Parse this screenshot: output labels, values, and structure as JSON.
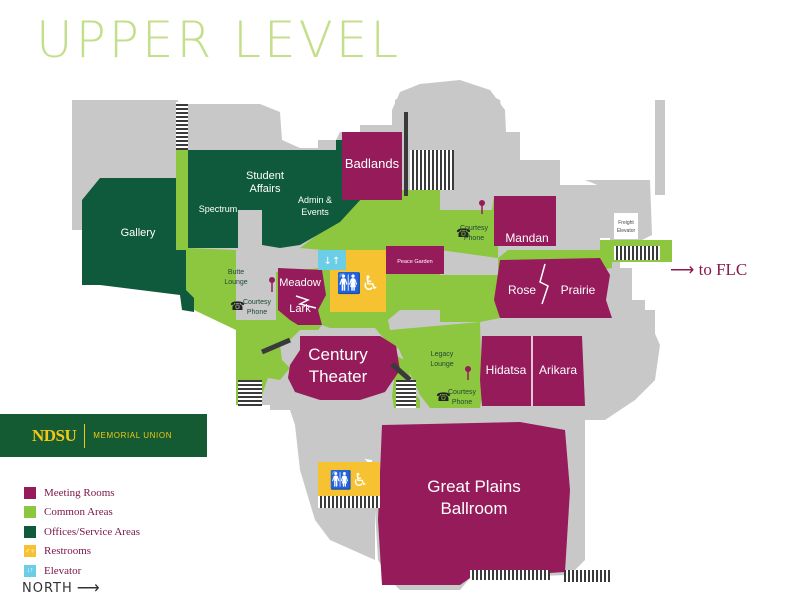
{
  "title": "UPPER LEVEL",
  "colors": {
    "meeting": "#951b5a",
    "common": "#8dc63f",
    "office": "#0f5a3c",
    "restroom": "#f7c232",
    "elevator": "#6bcde6",
    "structure": "#c8c8c8",
    "stairs": "#3a3a3a"
  },
  "rooms": {
    "badlands": "Badlands",
    "mandan": "Mandan",
    "rose": "Rose",
    "prairie": "Prairie",
    "meadow": "Meadow",
    "lark": "Lark",
    "century_1": "Century",
    "century_2": "Theater",
    "hidatsa": "Hidatsa",
    "arikara": "Arikara",
    "great_plains_1": "Great Plains",
    "great_plains_2": "Ballroom",
    "peace_garden": "Peace Garden"
  },
  "offices": {
    "gallery": "Gallery",
    "student_affairs_1": "Student",
    "student_affairs_2": "Affairs",
    "spectrum": "Spectrum",
    "admin_events_1": "Admin &",
    "admin_events_2": "Events"
  },
  "common_areas": {
    "butte_lounge_1": "Butte",
    "butte_lounge_2": "Lounge",
    "legacy_lounge_1": "Legacy",
    "legacy_lounge_2": "Lounge",
    "courtesy": "Courtesy",
    "phone": "Phone",
    "freight_1": "Freight",
    "freight_2": "Elevator"
  },
  "icons": {
    "phone": "phone-icon",
    "restroom": "restroom-icon",
    "elevator": "elevator-icon"
  },
  "to_flc": "to FLC",
  "ndsu": {
    "logo": "NDSU",
    "subtitle": "MEMORIAL UNION"
  },
  "legend": [
    {
      "label": "Meeting Rooms",
      "color": "#951b5a"
    },
    {
      "label": "Common Areas",
      "color": "#8dc63f"
    },
    {
      "label": "Offices/Service Areas",
      "color": "#0f5a3c"
    },
    {
      "label": "Restrooms",
      "color": "#f7c232"
    },
    {
      "label": "Elevator",
      "color": "#6bcde6"
    }
  ],
  "north": "NORTH"
}
